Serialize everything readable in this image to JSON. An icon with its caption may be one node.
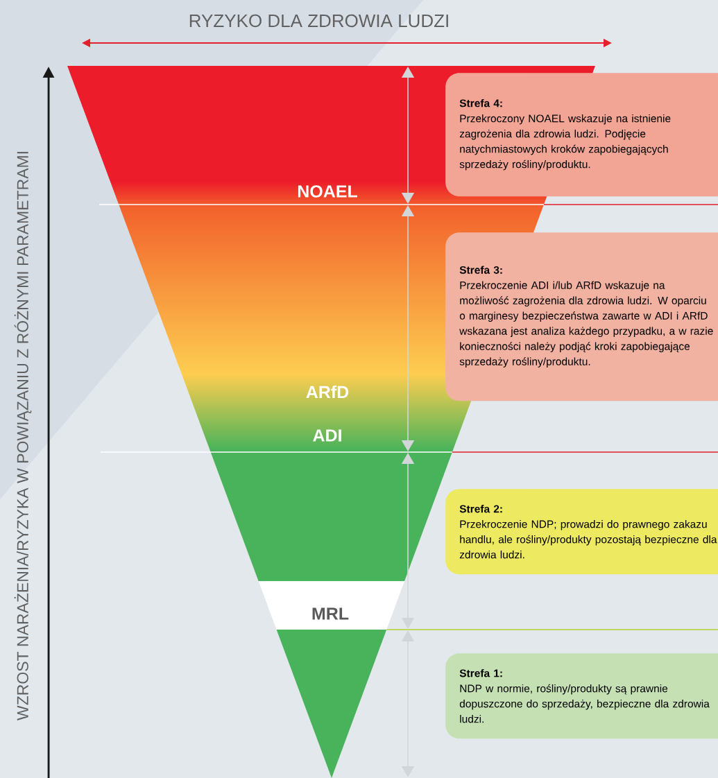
{
  "diagram": {
    "nodes": [
      {
        "text": [
          "Strefa 4:",
          "Przekroczony NOAEL wskazuje na istnienie zagrożenia dla zdrowia ludzi. Podjęcie natychmiastowych kroków zapobiegających sprzedaży rośliny/produktu."
        ]
      },
      {
        "text": [
          "Strefa 3:",
          "Przekroczenie ADI i/lub ARfD wskazuje na możliwość zagrożenia dla zdrowia ludzi. W oparciu o marginesy bezpieczeństwa zawarte w ADI i ARfD wskazana jest analiza każdego przypadku, a w razie konieczności należy podjąć kroki zapobiegające sprzedaży rośliny/produktu."
        ]
      },
      {
        "text": [
          "Strefa 2:",
          "Przekroczenie NDP; prowadzi do prawnego zakazu handlu, ale rośliny/produkty pozostają bezpieczne dla zdrowia ludzi."
        ]
      },
      {
        "text": [
          "Strefa 1:",
          "NDP w normie, rośliny/produkty są prawnie dopuszczone do sprzedaży, bezpieczne dla zdrowia ludzi."
        ]
      }
    ],
    "labels": [
      "RYZYKO DLA ZDROWIA LUDZI",
      "WZROST NARAŻENIA/RYZYKA W POWIĄZANIU Z RÓŻNYMI PARAMETRAMI",
      "NOAEL",
      "ARfD",
      "ADI",
      "MRL"
    ]
  }
}
